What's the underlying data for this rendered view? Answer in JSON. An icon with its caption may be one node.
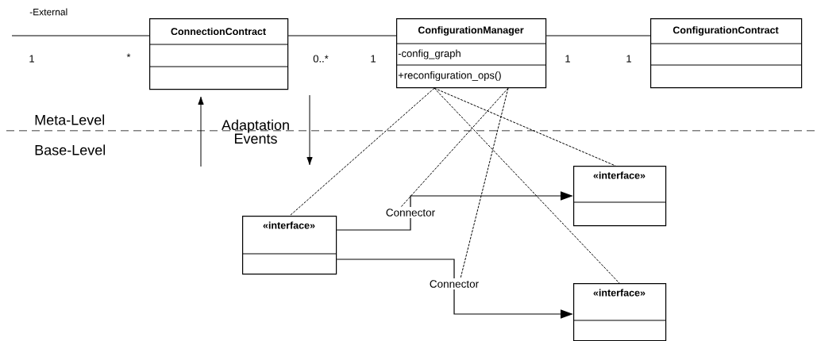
{
  "diagram": {
    "nodes": [
      {
        "text": [
          "ConnectionContract"
        ]
      },
      {
        "text": [
          "ConfigurationManager",
          "-config_graph",
          "+reconfiguration_ops()"
        ]
      },
      {
        "text": [
          "ConfigurationContract"
        ]
      },
      {
        "text": [
          "«interface»"
        ]
      },
      {
        "text": [
          "«interface»"
        ]
      },
      {
        "text": [
          "«interface»"
        ]
      },
      {
        "text": [
          "Connector"
        ]
      },
      {
        "text": [
          "Connector"
        ]
      }
    ],
    "edges": [
      {
        "from": null,
        "to": 0,
        "arrow": "none"
      },
      {
        "from": 0,
        "to": 1,
        "arrow": "none"
      },
      {
        "from": 1,
        "to": 2,
        "arrow": "none"
      },
      {
        "from": 3,
        "to": 6,
        "arrow": "none"
      },
      {
        "from": 6,
        "to": 4,
        "arrow": "to"
      },
      {
        "from": 3,
        "to": 7,
        "arrow": "none"
      },
      {
        "from": 7,
        "to": 5,
        "arrow": "to"
      },
      {
        "from": 1,
        "to": 3,
        "arrow": "none",
        "style": "dashed"
      },
      {
        "from": 1,
        "to": 4,
        "arrow": "none",
        "style": "dashed"
      },
      {
        "from": 1,
        "to": 5,
        "arrow": "none",
        "style": "dashed"
      },
      {
        "from": 1,
        "to": 6,
        "arrow": "none",
        "style": "dashed"
      },
      {
        "from": 1,
        "to": 7,
        "arrow": "none",
        "style": "dashed"
      }
    ],
    "labels": [
      "-External",
      "1",
      "*",
      "0..*",
      "1",
      "1",
      "1",
      "Meta-Level",
      "Adaptation Events",
      "Base-Level"
    ]
  }
}
